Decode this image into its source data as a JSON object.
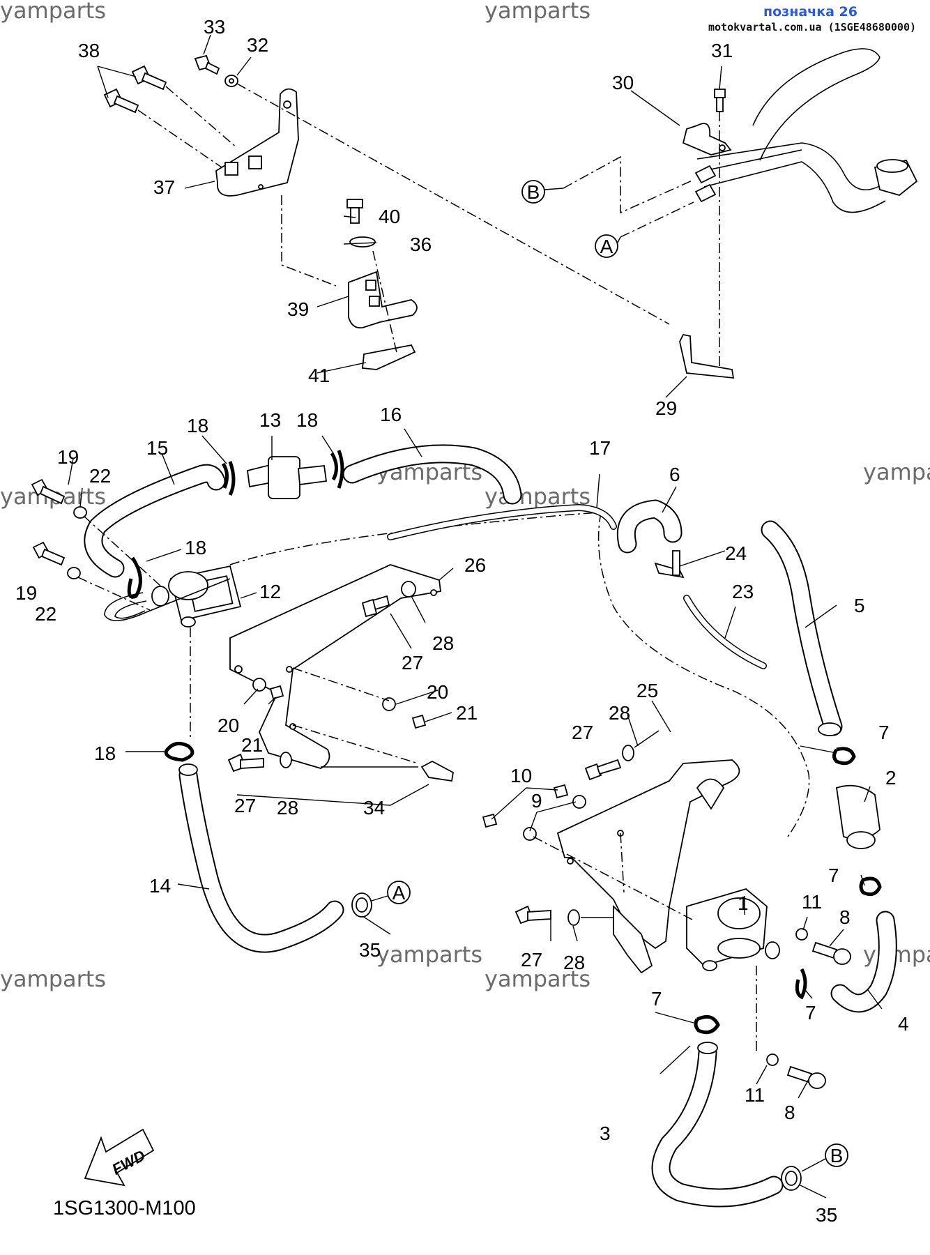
{
  "header": {
    "watermark": "yamparts",
    "badge": "позначка 26",
    "site": "motokvartal.com.ua (1SGE48680000)"
  },
  "diagram": {
    "code": "1SG1300-M100",
    "fwd_label": "FWD",
    "refs": [
      "A",
      "B"
    ],
    "callouts": [
      "1",
      "2",
      "3",
      "4",
      "5",
      "6",
      "7",
      "8",
      "9",
      "10",
      "11",
      "12",
      "13",
      "14",
      "15",
      "16",
      "17",
      "18",
      "19",
      "20",
      "21",
      "22",
      "23",
      "24",
      "25",
      "26",
      "27",
      "28",
      "29",
      "30",
      "31",
      "32",
      "33",
      "34",
      "35",
      "36",
      "37",
      "38",
      "39",
      "40",
      "41"
    ]
  }
}
